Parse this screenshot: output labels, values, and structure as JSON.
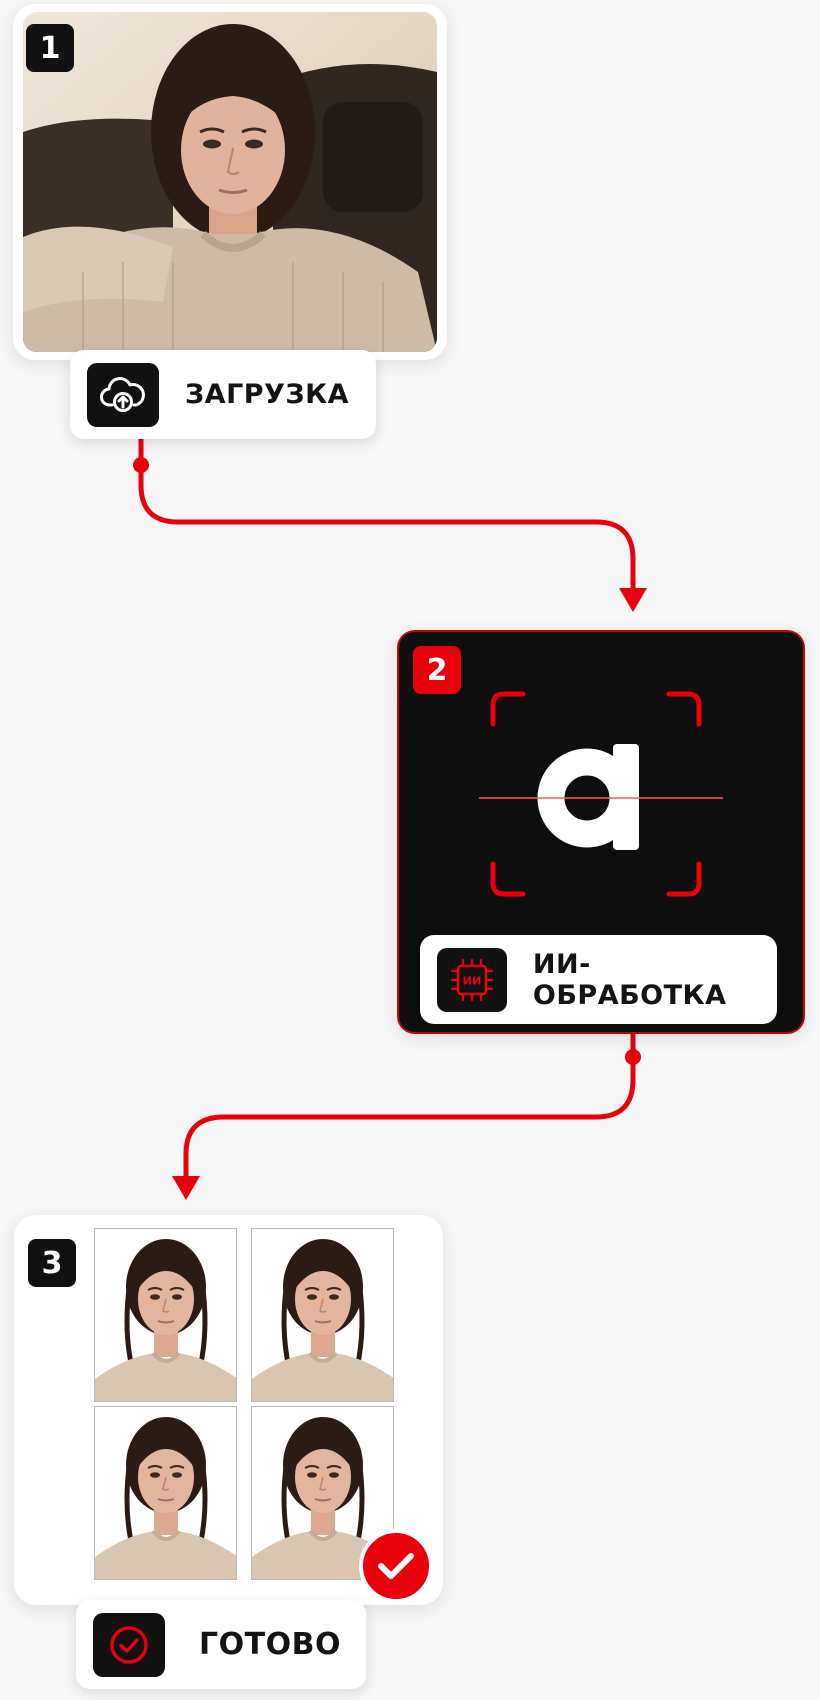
{
  "colors": {
    "accent": "#e8000b",
    "dark": "#0e0e0e",
    "card": "#ffffff"
  },
  "steps": [
    {
      "number": "1",
      "label": "ЗАГРУЗКА",
      "icon": "cloud-upload-icon"
    },
    {
      "number": "2",
      "label": "ИИ-ОБРАБОТКА",
      "icon": "ai-chip-icon",
      "chip_text": "ИИ",
      "logo_letter": "a"
    },
    {
      "number": "3",
      "label": "ГОТОВО",
      "icon": "check-circle-icon"
    }
  ]
}
